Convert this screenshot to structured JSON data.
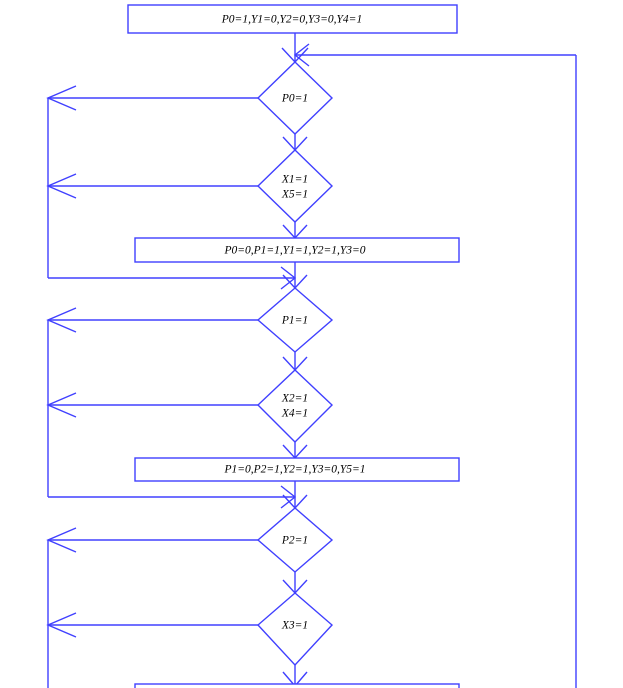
{
  "diagram": {
    "title": "PLC Sequential Control Flowchart",
    "type": "flowchart",
    "stroke_color": "#4040ff",
    "text_color": "#000000",
    "background": "#ffffff",
    "nodes": [
      {
        "id": "n1",
        "shape": "process",
        "lines": [
          "P0=1,Y1=0,Y2=0,Y3=0,Y4=1"
        ]
      },
      {
        "id": "n2",
        "shape": "decision",
        "lines": [
          "P0=1"
        ]
      },
      {
        "id": "n3",
        "shape": "decision",
        "lines": [
          "X1=1",
          "X5=1"
        ]
      },
      {
        "id": "n4",
        "shape": "process",
        "lines": [
          "P0=0,P1=1,Y1=1,Y2=1,Y3=0"
        ]
      },
      {
        "id": "n5",
        "shape": "decision",
        "lines": [
          "P1=1"
        ]
      },
      {
        "id": "n6",
        "shape": "decision",
        "lines": [
          "X2=1",
          "X4=1"
        ]
      },
      {
        "id": "n7",
        "shape": "process",
        "lines": [
          "P1=0,P2=1,Y2=1,Y3=0,Y5=1"
        ]
      },
      {
        "id": "n8",
        "shape": "decision",
        "lines": [
          "P2=1"
        ]
      },
      {
        "id": "n9",
        "shape": "decision",
        "lines": [
          "X3=1"
        ]
      },
      {
        "id": "n10",
        "shape": "process",
        "lines": [
          ""
        ]
      }
    ]
  }
}
